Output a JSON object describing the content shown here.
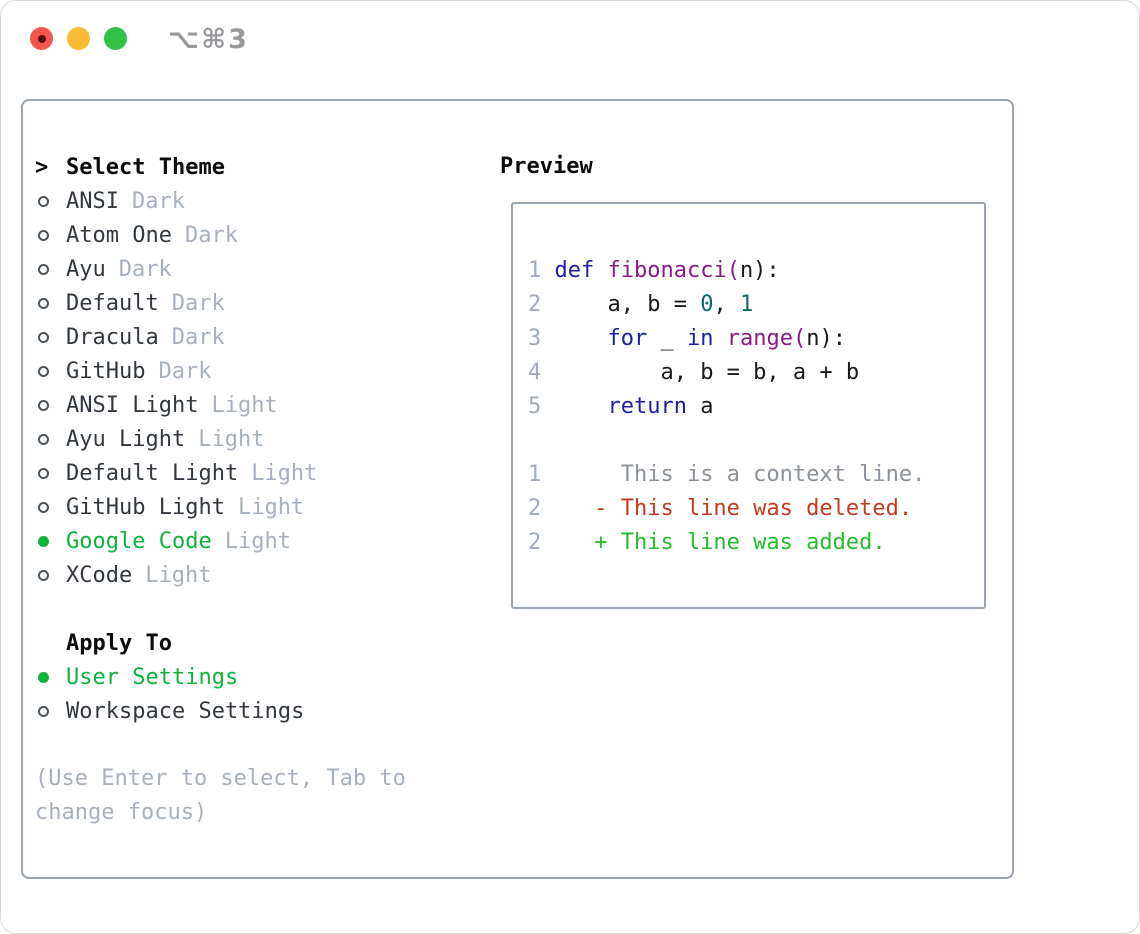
{
  "window": {
    "shortcut": "⌥⌘3"
  },
  "theme_panel": {
    "header_prefix": ">",
    "header": "Select Theme",
    "themes": [
      {
        "name": "ANSI",
        "tag": "Dark",
        "selected": false
      },
      {
        "name": "Atom One",
        "tag": "Dark",
        "selected": false
      },
      {
        "name": "Ayu",
        "tag": "Dark",
        "selected": false
      },
      {
        "name": "Default",
        "tag": "Dark",
        "selected": false
      },
      {
        "name": "Dracula",
        "tag": "Dark",
        "selected": false
      },
      {
        "name": "GitHub",
        "tag": "Dark",
        "selected": false
      },
      {
        "name": "ANSI Light",
        "tag": "Light",
        "selected": false
      },
      {
        "name": "Ayu Light",
        "tag": "Light",
        "selected": false
      },
      {
        "name": "Default Light",
        "tag": "Light",
        "selected": false
      },
      {
        "name": "GitHub Light",
        "tag": "Light",
        "selected": false
      },
      {
        "name": "Google Code",
        "tag": "Light",
        "selected": true
      },
      {
        "name": "XCode",
        "tag": "Light",
        "selected": false
      }
    ],
    "apply_to": {
      "header": "Apply To",
      "options": [
        {
          "name": "User Settings",
          "selected": true
        },
        {
          "name": "Workspace Settings",
          "selected": false
        }
      ]
    },
    "help": "(Use Enter to select, Tab to change focus)"
  },
  "preview": {
    "header": "Preview",
    "lines": [
      {
        "tokens": [
          [
            "ln",
            "1 "
          ],
          [
            "kw",
            "def "
          ],
          [
            "fn",
            "fibonacci("
          ],
          [
            "pl",
            "n):"
          ]
        ]
      },
      {
        "tokens": [
          [
            "ln",
            "2 "
          ],
          [
            "pl",
            "    a, b = "
          ],
          [
            "num",
            "0"
          ],
          [
            "pl",
            ", "
          ],
          [
            "num",
            "1"
          ]
        ]
      },
      {
        "tokens": [
          [
            "ln",
            "3 "
          ],
          [
            "pl",
            "    "
          ],
          [
            "kw",
            "for"
          ],
          [
            "pl",
            " _ "
          ],
          [
            "kw",
            "in"
          ],
          [
            "pl",
            " "
          ],
          [
            "fn",
            "range("
          ],
          [
            "pl",
            "n):"
          ]
        ]
      },
      {
        "tokens": [
          [
            "ln",
            "4 "
          ],
          [
            "pl",
            "        a, b = b, a + b"
          ]
        ]
      },
      {
        "tokens": [
          [
            "ln",
            "5 "
          ],
          [
            "pl",
            "    "
          ],
          [
            "kw",
            "return"
          ],
          [
            "pl",
            " a"
          ]
        ]
      },
      {
        "tokens": []
      },
      {
        "tokens": [
          [
            "ln",
            "1"
          ],
          [
            "ctx",
            "      This is a context line."
          ]
        ]
      },
      {
        "tokens": [
          [
            "ln",
            "2"
          ],
          [
            "del",
            "    - This line was deleted."
          ]
        ]
      },
      {
        "tokens": [
          [
            "ln",
            "2"
          ],
          [
            "add",
            "    + This line was added."
          ]
        ]
      }
    ]
  },
  "colors": {
    "kw": "#1d1da8",
    "fn": "#8a1a8a",
    "num": "#0b6868",
    "pl": "#17191d",
    "ln": "#9faaba",
    "ctx": "#8b9299",
    "del": "#c53a20",
    "add": "#25bd2b",
    "ui_text": "#32383f",
    "ui_tag": "#a7b0bf",
    "ui_green": "#0fb23c",
    "ui_header": "#0a0c0e",
    "border": "#9aa4b0",
    "window_border": "#d4d7da",
    "traffic_red": "#f3564e",
    "traffic_red_dot": "#530c06",
    "traffic_yellow": "#f9ba34",
    "traffic_green": "#30c144",
    "shortcut": "#97999c"
  }
}
